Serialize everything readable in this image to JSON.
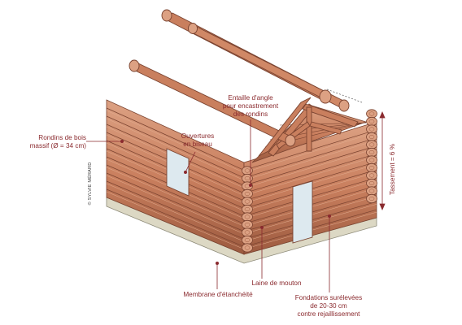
{
  "labels": {
    "rondins": [
      "Rondins de bois",
      "massif (Ø = 34 cm)"
    ],
    "ouvertures": [
      "Ouvertures",
      "en biseau"
    ],
    "entaille": [
      "Entaille d'angle",
      "pour encastrement",
      "des rondins"
    ],
    "tassement": "Tassement = 6 %",
    "membrane": "Membrane d'étanchéité",
    "laine": "Laine de mouton",
    "fondations": [
      "Fondations surélevées",
      "de 20-30 cm",
      "contre rejaillissement"
    ]
  },
  "credit": "© SYLVIE MÉRARD",
  "colors": {
    "wood": "#c97f5e",
    "wood_dark": "#9c5a3f",
    "wood_light": "#dca183",
    "foundation": "#dcd8c4",
    "wool": "#dde9ef",
    "label": "#8a2a2e",
    "membrane": "#c0392b"
  }
}
